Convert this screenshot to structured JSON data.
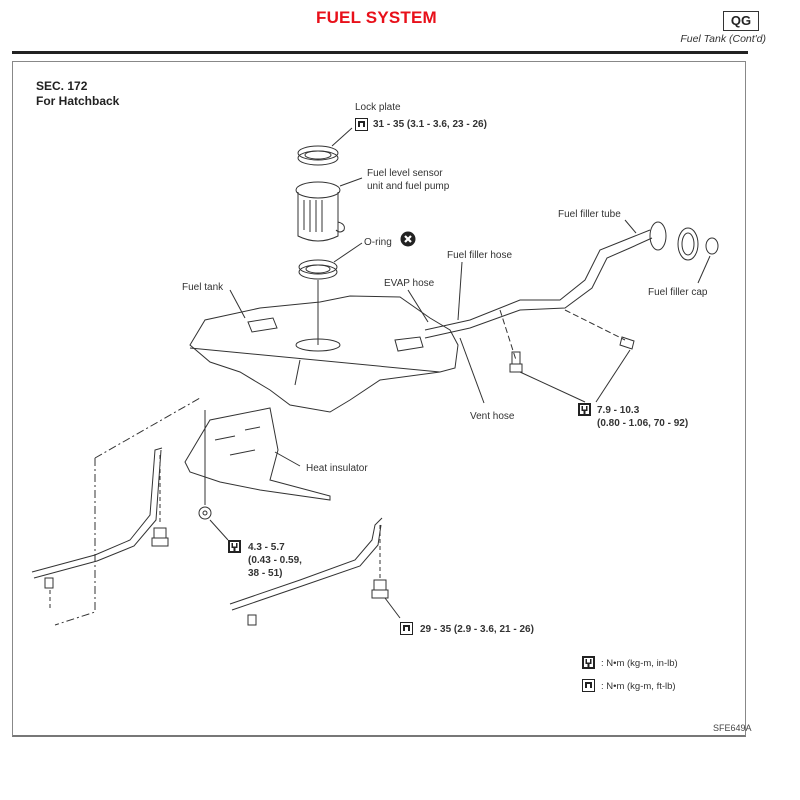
{
  "header": {
    "title": "FUEL SYSTEM",
    "code": "QG",
    "subtitle": "Fuel Tank (Cont'd)"
  },
  "section": {
    "number": "SEC. 172",
    "variant": "For Hatchback"
  },
  "labels": {
    "lock_plate": "Lock plate",
    "fuel_level_sensor_1": "Fuel level sensor",
    "fuel_level_sensor_2": "unit and fuel pump",
    "o_ring": "O-ring",
    "fuel_filler_hose": "Fuel filler hose",
    "evap_hose": "EVAP hose",
    "fuel_tank": "Fuel tank",
    "fuel_filler_tube": "Fuel filler tube",
    "fuel_filler_cap": "Fuel filler cap",
    "vent_hose": "Vent hose",
    "heat_insulator": "Heat insulator"
  },
  "torques": {
    "lock_plate": {
      "icon": "torque-ft-lb-icon",
      "text": "31 - 35 (3.1 - 3.6, 23 - 26)"
    },
    "filler_tube_bolts": {
      "icon": "torque-in-lb-icon",
      "line1": "7.9 - 10.3",
      "line2": "(0.80 - 1.06, 70 - 92)"
    },
    "heat_insulator_nut": {
      "icon": "torque-in-lb-icon",
      "line1": "4.3 - 5.7",
      "line2": "(0.43 - 0.59,",
      "line3": "38 - 51)"
    },
    "band_bolts": {
      "icon": "torque-ft-lb-icon",
      "text": "29 - 35 (2.9 - 3.6, 21 - 26)"
    }
  },
  "legend": {
    "in_lb": ": N•m  (kg-m,  in-lb)",
    "ft_lb": ": N•m  (kg-m,  ft-lb)"
  },
  "o_ring_symbol": "do-not-reuse-icon",
  "reference_code": "SFE649A",
  "colors": {
    "title_red": "#e8101a",
    "line": "#333333"
  }
}
